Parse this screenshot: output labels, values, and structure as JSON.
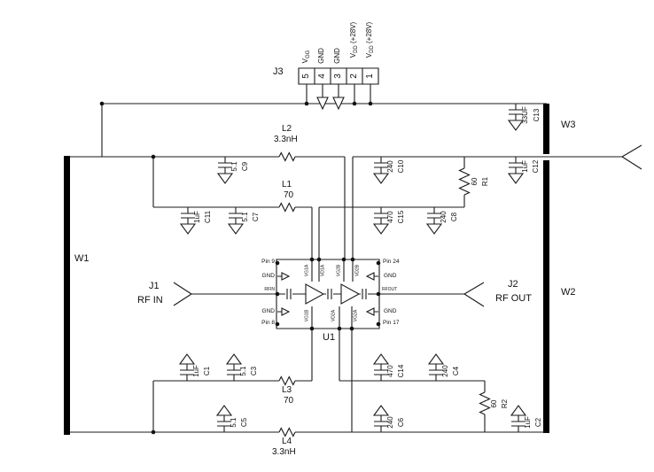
{
  "connectors": {
    "j1": {
      "label": "J1",
      "sublabel": "RF IN"
    },
    "j2": {
      "label": "J2",
      "sublabel": "RF OUT"
    },
    "j3": {
      "label": "J3",
      "pins": [
        {
          "num": "5",
          "main": "V",
          "sub": "GG",
          "rest": ""
        },
        {
          "num": "4",
          "main": "GND",
          "sub": "",
          "rest": ""
        },
        {
          "num": "3",
          "main": "GND",
          "sub": "",
          "rest": ""
        },
        {
          "num": "2",
          "main": "V",
          "sub": "DD",
          "rest": " (+28V)"
        },
        {
          "num": "1",
          "main": "V",
          "sub": "DD",
          "rest": " (+28V)"
        }
      ]
    }
  },
  "wire_labels": {
    "w1": "W1",
    "w2": "W2",
    "w3": "W3"
  },
  "ic": {
    "label": "U1",
    "pin9": "Pin 9",
    "pin8": "Pin 8",
    "pin24": "Pin 24",
    "pin17": "Pin 17",
    "gnd": "GND",
    "rfin": "RFIN",
    "rfout": "RFOUT",
    "top_pins": [
      "VG1A",
      "VD1A",
      "VG2B",
      "VD2B"
    ],
    "bottom_pins": [
      "VG1B",
      "VD2A",
      "VG2A"
    ]
  },
  "components": {
    "capacitors": [
      {
        "name": "C1",
        "value": "1uF"
      },
      {
        "name": "C2",
        "value": "1uF"
      },
      {
        "name": "C3",
        "value": "5.1"
      },
      {
        "name": "C4",
        "value": "240"
      },
      {
        "name": "C5",
        "value": "5.1"
      },
      {
        "name": "C6",
        "value": "240"
      },
      {
        "name": "C7",
        "value": "5.1"
      },
      {
        "name": "C8",
        "value": "240"
      },
      {
        "name": "C9",
        "value": "5.1"
      },
      {
        "name": "C10",
        "value": "240"
      },
      {
        "name": "C11",
        "value": "1uF"
      },
      {
        "name": "C12",
        "value": "1uF"
      },
      {
        "name": "C13",
        "value": "33UF"
      },
      {
        "name": "C14",
        "value": "470"
      },
      {
        "name": "C15",
        "value": "470"
      }
    ],
    "inductors": [
      {
        "name": "L1",
        "value": "70"
      },
      {
        "name": "L2",
        "value": "3.3nH"
      },
      {
        "name": "L3",
        "value": "70"
      },
      {
        "name": "L4",
        "value": "3.3nH"
      }
    ],
    "resistors": [
      {
        "name": "R1",
        "value": "60"
      },
      {
        "name": "R2",
        "value": "60"
      }
    ]
  }
}
